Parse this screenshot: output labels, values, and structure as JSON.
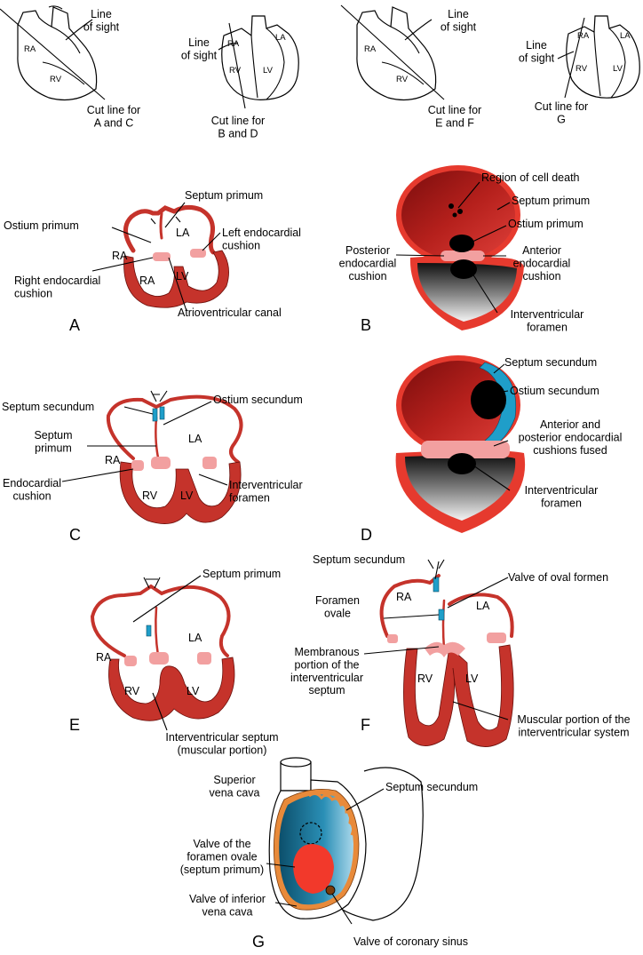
{
  "orientation": {
    "view1": {
      "RA": "RA",
      "RV": "RV",
      "sight": "Line\nof sight",
      "cut": "Cut line for\nA and C"
    },
    "view2": {
      "RA": "RA",
      "LA": "LA",
      "RV": "RV",
      "LV": "LV",
      "sight": "Line\nof sight",
      "cut": "Cut line for\nB and D"
    },
    "view3": {
      "RA": "RA",
      "RV": "RV",
      "sight": "Line\nof sight",
      "cut": "Cut line for\nE and F"
    },
    "view4": {
      "RA": "RA",
      "LA": "LA",
      "RV": "RV",
      "LV": "LV",
      "sight": "Line\nof sight",
      "cut": "Cut line for\nG"
    }
  },
  "panelA": {
    "letter": "A",
    "chambers": {
      "RA_top": "RA",
      "LA": "LA",
      "RA_bottom": "RA",
      "LV": "LV"
    },
    "labels": {
      "septum_primum": "Septum primum",
      "ostium_primum": "Ostium primum",
      "left_cushion": "Left endocardial\ncushion",
      "right_cushion": "Right endocardial\ncushion",
      "av_canal": "Atrioventricular canal"
    }
  },
  "panelB": {
    "letter": "B",
    "labels": {
      "cell_death": "Region of cell death",
      "septum_primum": "Septum primum",
      "ostium_primum": "Ostium primum",
      "posterior_cushion": "Posterior\nendocardial\ncushion",
      "anterior_cushion": "Anterior\nendocardial\ncushion",
      "iv_foramen": "Interventricular\nforamen"
    }
  },
  "panelC": {
    "letter": "C",
    "chambers": {
      "RA": "RA",
      "LA": "LA",
      "RV": "RV",
      "LV": "LV"
    },
    "labels": {
      "septum_secundum": "Septum secundum",
      "ostium_secundum": "Ostium secundum",
      "septum_primum": "Septum\nprimum",
      "cushion": "Endocardial\ncushion",
      "iv_foramen": "Interventricular\nforamen"
    }
  },
  "panelD": {
    "letter": "D",
    "labels": {
      "septum_secundum": "Septum secundum",
      "ostium_secundum": "Ostium secundum",
      "cushions_fused": "Anterior and\nposterior endocardial\ncushions fused",
      "iv_foramen": "Interventricular\nforamen"
    }
  },
  "panelE": {
    "letter": "E",
    "chambers": {
      "RA": "RA",
      "LA": "LA",
      "RV": "RV",
      "LV": "LV"
    },
    "labels": {
      "septum_primum": "Septum primum",
      "iv_septum": "Interventricular septum\n(muscular portion)"
    }
  },
  "panelF": {
    "letter": "F",
    "chambers": {
      "RA": "RA",
      "LA": "LA",
      "RV": "RV",
      "LV": "LV"
    },
    "labels": {
      "septum_secundum": "Septum secundum",
      "valve_oval": "Valve of oval formen",
      "foramen_ovale": "Foramen\novale",
      "membranous": "Membranous\nportion of the\ninterventricular\nseptum",
      "muscular": "Muscular portion of the\ninterventricular system"
    }
  },
  "panelG": {
    "letter": "G",
    "labels": {
      "svc": "Superior\nvena cava",
      "septum_secundum": "Septum secundum",
      "valve_fo": "Valve of the\nforamen ovale\n(septum primum)",
      "valve_ivc": "Valve of inferior\nvena cava",
      "valve_cs": "Valve of coronary sinus"
    }
  }
}
